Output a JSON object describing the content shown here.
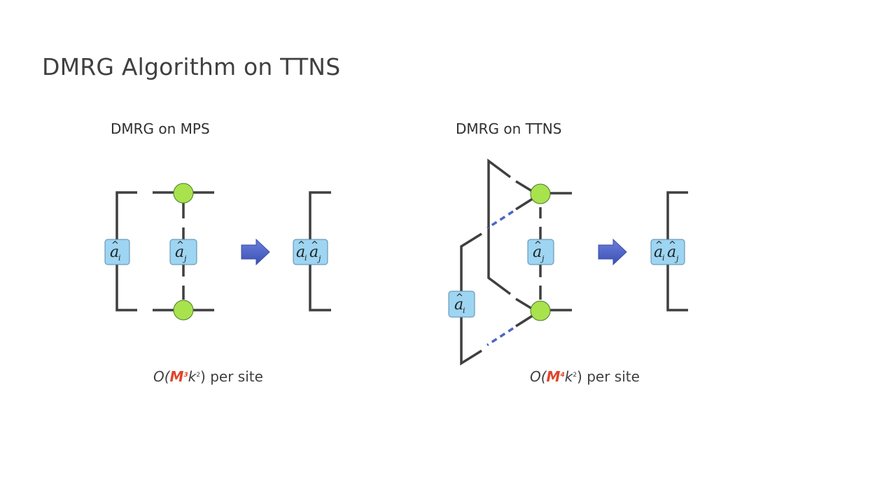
{
  "slide": {
    "title": "DMRG Algorithm on TTNS"
  },
  "panels": {
    "mps": {
      "heading": "DMRG on MPS",
      "cost": {
        "prefix": "O(",
        "base": "M",
        "power": "3",
        "var": "k",
        "var_power": "2",
        "suffix": ") per site"
      }
    },
    "ttns": {
      "heading": "DMRG on TTNS",
      "cost": {
        "prefix": "O(",
        "base": "M",
        "power": "4",
        "var": "k",
        "var_power": "2",
        "suffix": ") per site"
      }
    }
  },
  "operators": {
    "hat": "^",
    "ai_base": "a",
    "ai_sub": "i",
    "aj_base": "a",
    "aj_sub": "j"
  },
  "colors": {
    "node_fill": "#a8e34e",
    "node_stroke": "#4a7a2a",
    "operator_fill": "#9dd5f2",
    "operator_stroke": "#5a8aa8",
    "arrow_fill": "#4f64c8",
    "line": "#3f3f3f",
    "dashed_line": "#4f64c8",
    "accent": "#e0452c"
  },
  "icons": {
    "arrow": "right-arrow-icon",
    "node": "tensor-node",
    "operator": "operator-box"
  }
}
